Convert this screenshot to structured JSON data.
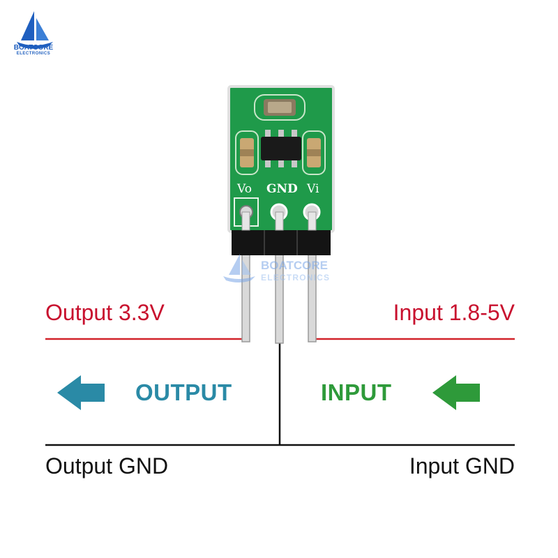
{
  "logo": {
    "brand": "BOATCORE",
    "tagline": "ELECTRONICS"
  },
  "module": {
    "pin_vo": "Vo",
    "pin_gnd": "GND",
    "pin_vi": "Vi"
  },
  "watermark": {
    "brand": "BOATCORE",
    "tagline": "ELECTRONICS"
  },
  "labels": {
    "output_voltage": "Output 3.3V",
    "input_voltage": "Input 1.8-5V",
    "output_word": "OUTPUT",
    "input_word": "INPUT",
    "output_gnd": "Output GND",
    "input_gnd": "Input GND"
  },
  "colors": {
    "voltage_line": "#d2232a",
    "gnd_line": "#111111",
    "output_arrow": "#2a8aa6",
    "input_arrow": "#2e9a3a",
    "pcb": "#1f9a4a",
    "brand": "#1f5fbf"
  },
  "icons": {
    "output_arrow": "arrow-left-icon",
    "input_arrow": "arrow-left-icon"
  }
}
